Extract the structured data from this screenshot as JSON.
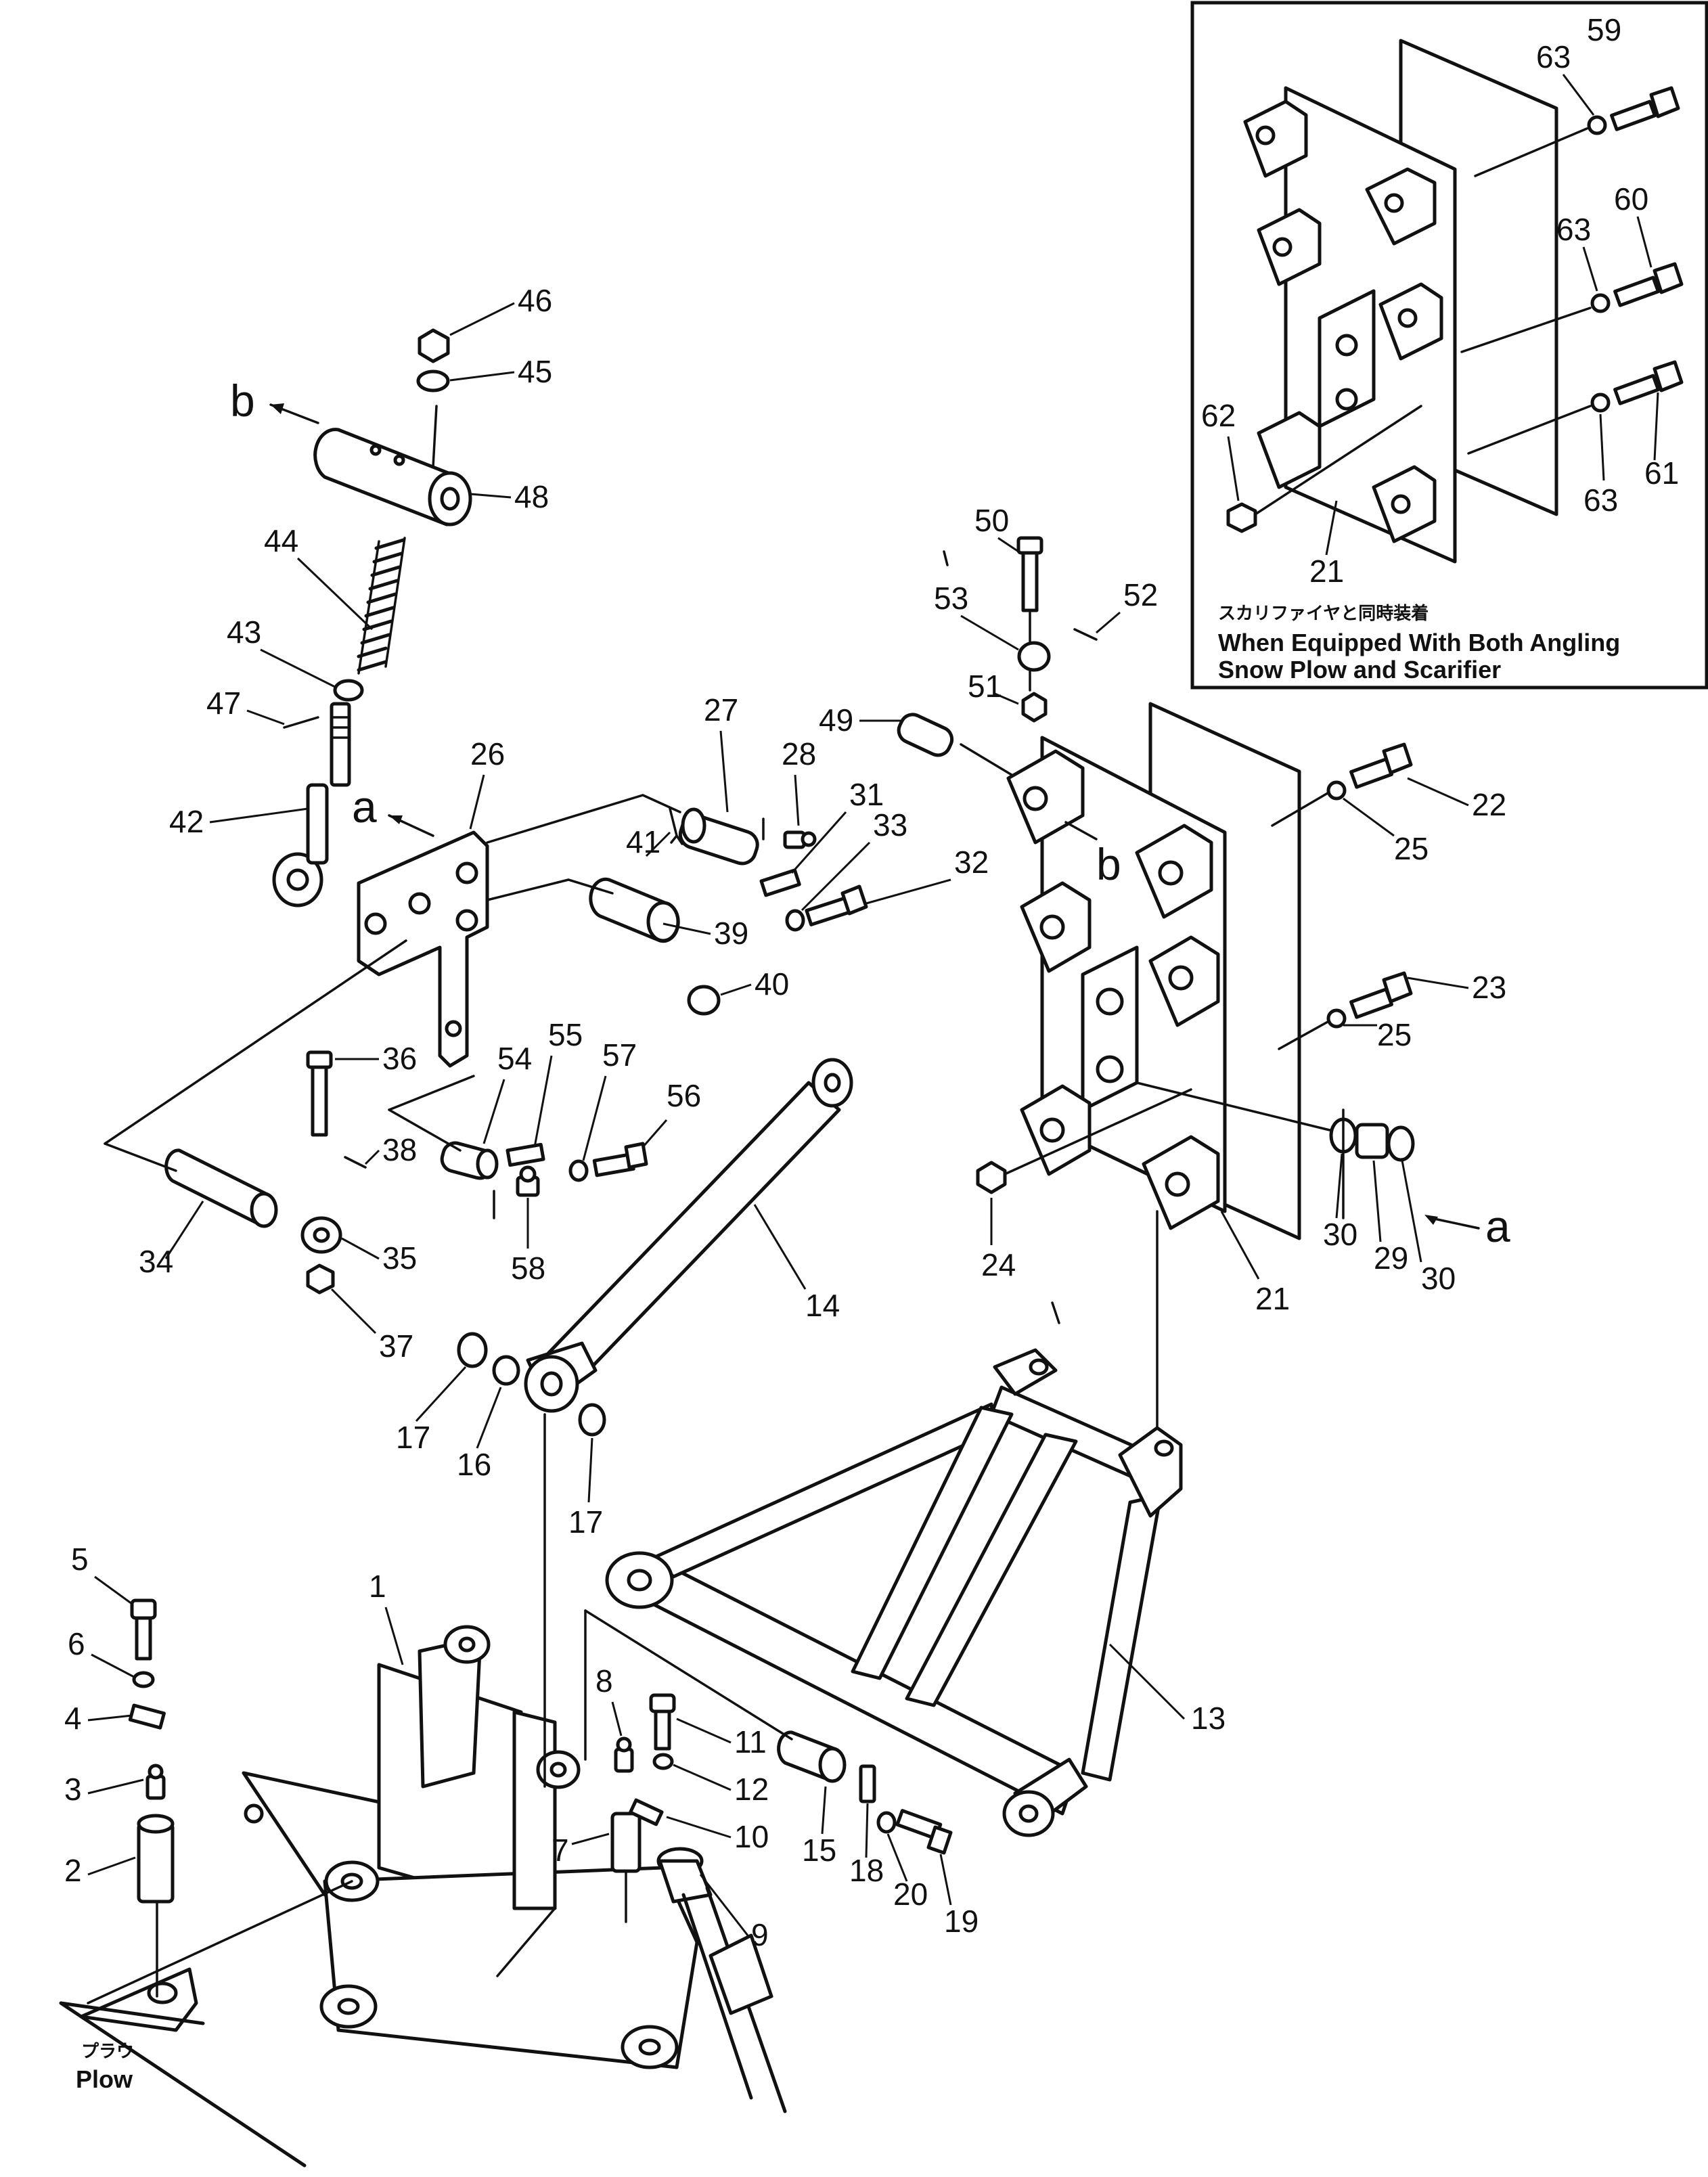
{
  "inset": {
    "note_jp": "スカリファイヤと同時装着",
    "note_en_line1": "When Equipped With Both Angling",
    "note_en_line2": "Snow Plow and Scarifier",
    "labels": [
      "59",
      "63",
      "60",
      "63",
      "62",
      "61",
      "63",
      "21"
    ]
  },
  "plow": {
    "label_jp": "プラウ",
    "label_en": "Plow"
  },
  "arrows": {
    "a": "a",
    "b": "b"
  },
  "part_numbers": [
    "1",
    "2",
    "3",
    "4",
    "5",
    "6",
    "7",
    "8",
    "9",
    "10",
    "11",
    "12",
    "13",
    "14",
    "15",
    "16",
    "17",
    "17",
    "18",
    "19",
    "20",
    "21",
    "22",
    "23",
    "24",
    "25",
    "25",
    "26",
    "27",
    "28",
    "29",
    "30",
    "30",
    "31",
    "32",
    "33",
    "34",
    "35",
    "36",
    "37",
    "38",
    "39",
    "40",
    "41",
    "42",
    "43",
    "44",
    "45",
    "46",
    "47",
    "48",
    "49",
    "50",
    "51",
    "52",
    "53",
    "54",
    "55",
    "56",
    "57",
    "58"
  ]
}
